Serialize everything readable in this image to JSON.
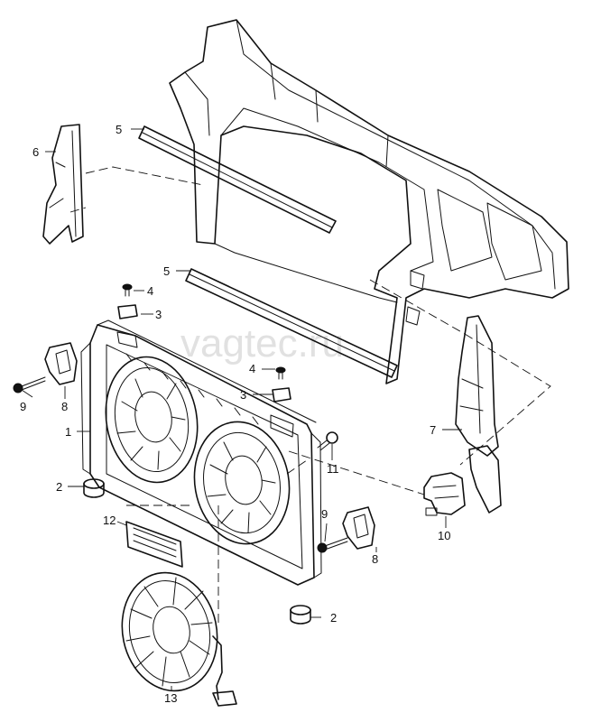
{
  "watermark": "vagtec.ru",
  "callouts": {
    "c1": "1",
    "c2a": "2",
    "c2b": "2",
    "c3a": "3",
    "c3b": "3",
    "c4a": "4",
    "c4b": "4",
    "c5a": "5",
    "c5b": "5",
    "c6": "6",
    "c7": "7",
    "c8a": "8",
    "c8b": "8",
    "c9a": "9",
    "c9b": "9",
    "c10": "10",
    "c11": "11",
    "c12": "12",
    "c13": "13"
  }
}
